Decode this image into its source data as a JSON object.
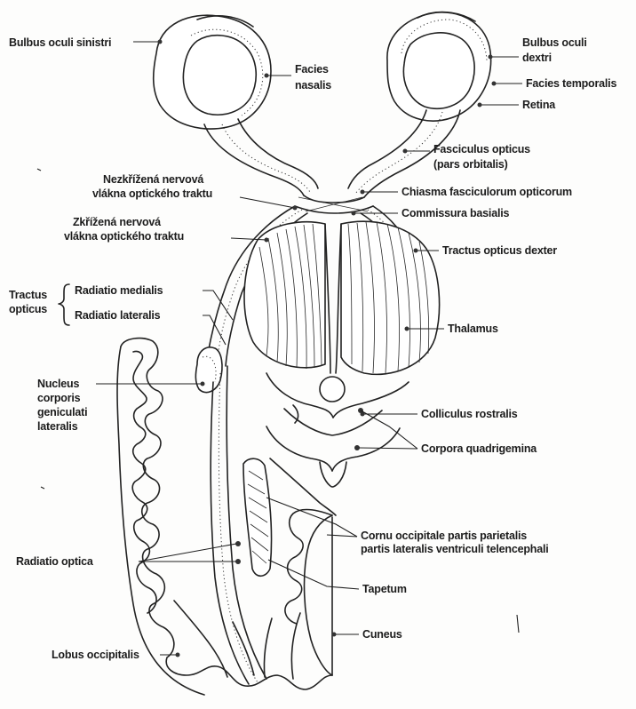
{
  "labels": {
    "bulbus_sinistri": "Bulbus oculi sinistri",
    "facies_nasalis_1": "Facies",
    "facies_nasalis_2": "nasalis",
    "bulbus_dextri_1": "Bulbus oculi",
    "bulbus_dextri_2": "dextri",
    "facies_temporalis": "Facies temporalis",
    "retina": "Retina",
    "fasciculus_1": "Fasciculus opticus",
    "fasciculus_2": "(pars orbitalis)",
    "nezkrizena_1": "Nezkřížená nervová",
    "nezkrizena_2": "vlákna optického traktu",
    "chiasma": "Chiasma fasciculorum opticorum",
    "commissura": "Commissura basialis",
    "zkrizena_1": "Zkřížená nervová",
    "zkrizena_2": "vlákna optického traktu",
    "tractus_dexter": "Tractus opticus dexter",
    "tractus_opticus_1": "Tractus",
    "tractus_opticus_2": "opticus",
    "radiatio_medialis": "Radiatio medialis",
    "radiatio_lateralis": "Radiatio lateralis",
    "thalamus": "Thalamus",
    "nucleus_1": "Nucleus",
    "nucleus_2": "corporis",
    "nucleus_3": "geniculati",
    "nucleus_4": "lateralis",
    "colliculus": "Colliculus rostralis",
    "corpora": "Corpora quadrigemina",
    "cornu_1": "Cornu occipitale partis parietalis",
    "cornu_2": "partis lateralis ventriculi telencephali",
    "radiatio_optica": "Radiatio optica",
    "tapetum": "Tapetum",
    "cuneus": "Cuneus",
    "lobus": "Lobus occipitalis"
  }
}
